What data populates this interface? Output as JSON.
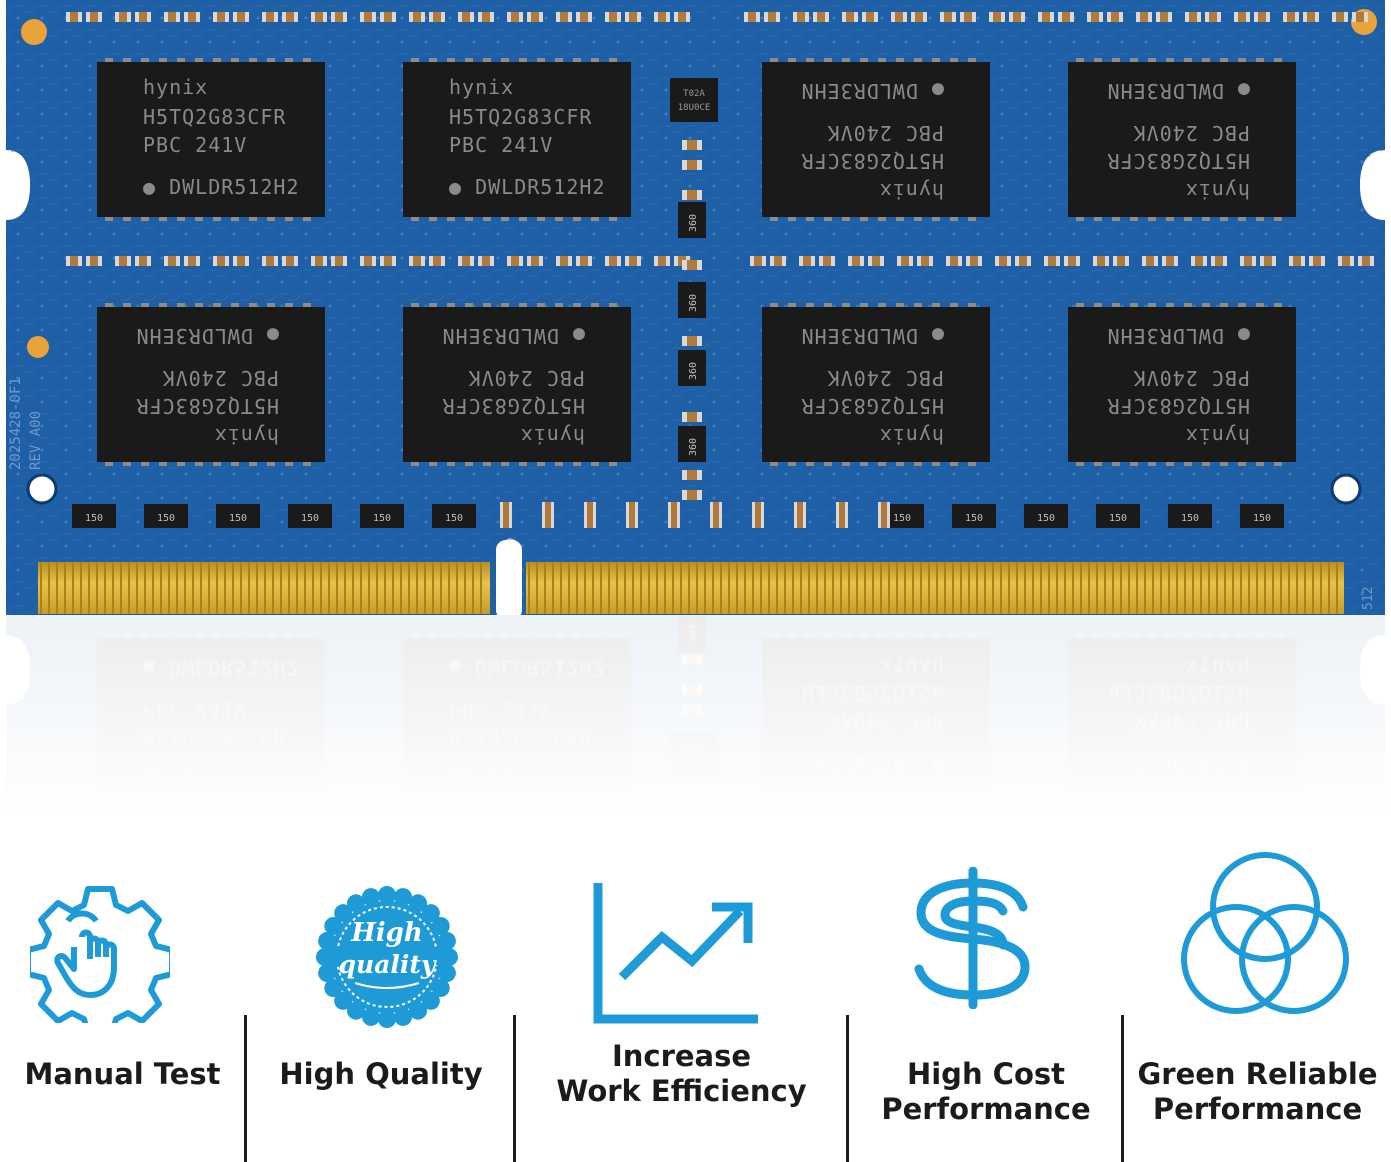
{
  "product": {
    "chips_top": [
      {
        "brand": "hynix",
        "part": "H5TQ2G83CFR",
        "grade": "PBC",
        "date": "241V",
        "lot": "DWLDR512H2",
        "rotated": false
      },
      {
        "brand": "hynix",
        "part": "H5TQ2G83CFR",
        "grade": "PBC",
        "date": "241V",
        "lot": "DWLDR512H2",
        "rotated": false
      },
      {
        "brand": "hynix",
        "part": "H5TQ2G83CFR",
        "grade": "PBC",
        "date": "240VK",
        "lot": "DWLDR3EHN",
        "rotated": true
      },
      {
        "brand": "hynix",
        "part": "H5TQ2G83CFR",
        "grade": "PBC",
        "date": "240VK",
        "lot": "DWLDR3EHN",
        "rotated": true
      }
    ],
    "chips_bottom": [
      {
        "brand": "hynix",
        "part": "H5TQ2G83CFR",
        "grade": "PBC",
        "date": "240VK",
        "lot": "DWLDR3EHN",
        "rotated": true
      },
      {
        "brand": "hynix",
        "part": "H5TQ2G83CFR",
        "grade": "PBC",
        "date": "240VK",
        "lot": "DWLDR3EHN",
        "rotated": true
      },
      {
        "brand": "hynix",
        "part": "H5TQ2G83CFR",
        "grade": "PBC",
        "date": "240VK",
        "lot": "DWLDR3EHN",
        "rotated": true
      },
      {
        "brand": "hynix",
        "part": "H5TQ2G83CFR",
        "grade": "PBC",
        "date": "240VK",
        "lot": "DWLDR3EHN",
        "rotated": true
      }
    ],
    "spd_chip": {
      "line1": "T02A",
      "line2": "18U0CE"
    },
    "resistor_code": "360",
    "termination_code": "150",
    "board_marking": "2025428-0F1",
    "board_rev": "REV A00",
    "pin_marking": "512",
    "colors": {
      "pcb": "#1f5fa6",
      "pcb_dark": "#164a86",
      "chip": "#1a1a1a",
      "gold": "#d9b23a",
      "accent": "#1e9bd7"
    }
  },
  "features": [
    {
      "label_lines": [
        "Manual Test"
      ],
      "icon": "gear-hand-icon"
    },
    {
      "label_lines": [
        "High Quality"
      ],
      "icon": "high-quality-seal-icon",
      "seal_text": [
        "High",
        "quality"
      ]
    },
    {
      "label_lines": [
        "Increase",
        "Work Efficiency"
      ],
      "icon": "growth-chart-icon"
    },
    {
      "label_lines": [
        "High Cost",
        "Performance"
      ],
      "icon": "dollar-icon"
    },
    {
      "label_lines": [
        "Green Reliable",
        "Performance"
      ],
      "icon": "overlapping-circles-icon"
    }
  ]
}
